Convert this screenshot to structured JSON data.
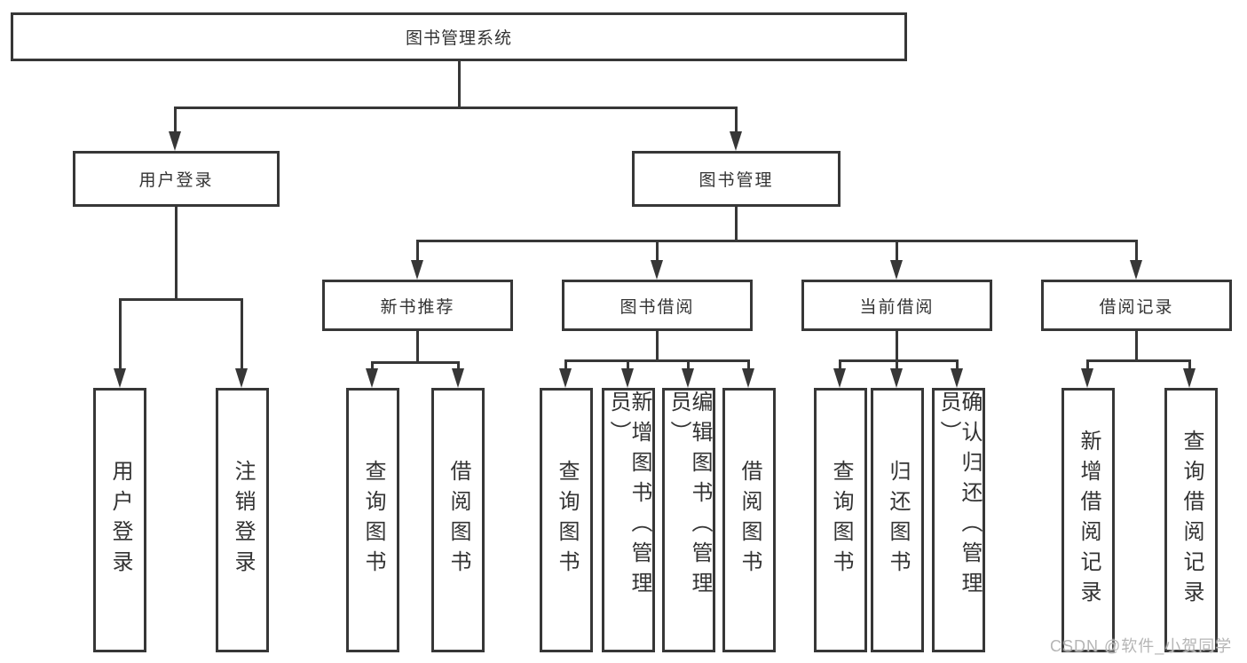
{
  "diagram": {
    "root": "图书管理系统",
    "branches": [
      {
        "label": "用户登录",
        "leaves": [
          "用户登录",
          "注销登录"
        ]
      },
      {
        "label": "图书管理",
        "groups": [
          {
            "label": "新书推荐",
            "leaves": [
              "查询图书",
              "借阅图书"
            ]
          },
          {
            "label": "图书借阅",
            "leaves": [
              "查询图书",
              "新增图书（管理员）",
              "编辑图书（管理员）",
              "借阅图书"
            ]
          },
          {
            "label": "当前借阅",
            "leaves": [
              "查询图书",
              "归还图书",
              "确认归还（管理员）"
            ]
          },
          {
            "label": "借阅记录",
            "leaves": [
              "新增借阅记录",
              "查询借阅记录"
            ]
          }
        ]
      }
    ]
  },
  "colors": {
    "line": "#373737",
    "text": "#333333",
    "background": "#ffffff",
    "watermark": "#b5b5b5"
  },
  "watermark": {
    "text": "CSDN @软件_小贺同学"
  }
}
